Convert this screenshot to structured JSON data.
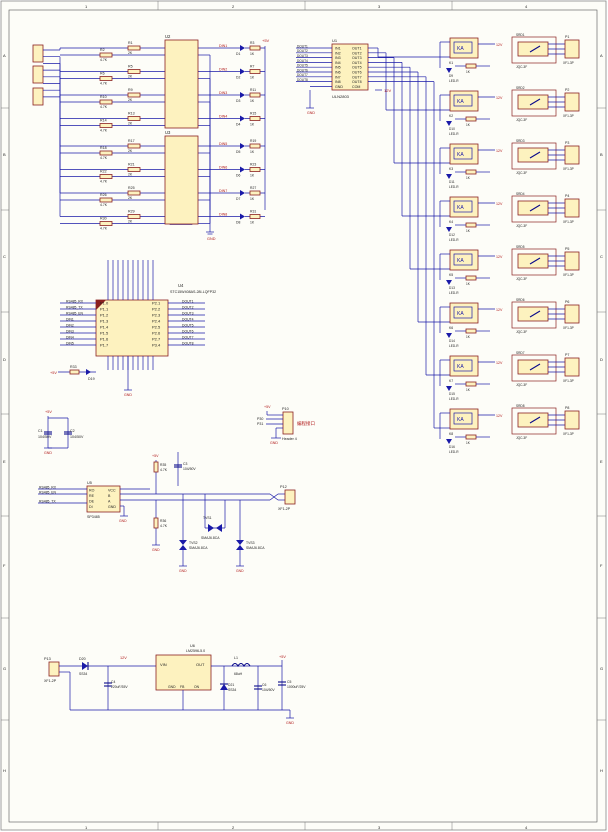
{
  "sheet": {
    "col_labels": [
      "1",
      "2",
      "3",
      "4"
    ],
    "row_labels": [
      "A",
      "B",
      "C",
      "D",
      "E",
      "F",
      "G",
      "H"
    ]
  },
  "opto": {
    "input_res": [
      "R1",
      "R5",
      "R9",
      "R13",
      "R17",
      "R21",
      "R25",
      "R29"
    ],
    "input_res_val": "2K",
    "pd_res": [
      "R2",
      "R6",
      "R10",
      "R14",
      "R18",
      "R22",
      "R26",
      "R30"
    ],
    "pd_res_val": "4.7K",
    "ic_names": [
      "U2",
      "U3"
    ],
    "led_names": [
      "D1",
      "D2",
      "D3",
      "D4",
      "D5",
      "D6",
      "D7",
      "D8"
    ],
    "led_res": [
      "R3",
      "R7",
      "R11",
      "R15",
      "R19",
      "R23",
      "R27",
      "R31"
    ],
    "led_res_val": "1K",
    "port_names": [
      "DIN1",
      "DIN2",
      "DIN3",
      "DIN4",
      "DIN5",
      "DIN6",
      "DIN7",
      "DIN8"
    ],
    "vcc": "+5V",
    "gnd": "GND"
  },
  "driver": {
    "name": "U1",
    "part": "ULN2803",
    "in_pins": [
      "IN1",
      "IN2",
      "IN3",
      "IN4",
      "IN5",
      "IN6",
      "IN7",
      "IN8",
      "GND"
    ],
    "out_pins": [
      "OUT1",
      "OUT2",
      "OUT3",
      "OUT4",
      "OUT5",
      "OUT6",
      "OUT7",
      "OUT8",
      "COM"
    ],
    "nets_in": [
      "DOUT1",
      "DOUT2",
      "DOUT3",
      "DOUT4",
      "DOUT5",
      "DOUT6",
      "DOUT7",
      "DOUT8"
    ],
    "v12": "12V",
    "gnd": "GND"
  },
  "relays": {
    "coil_label": "KA",
    "names": [
      "K1",
      "K2",
      "K3",
      "K4",
      "K5",
      "K6",
      "K7",
      "K8"
    ],
    "leds": [
      "D9",
      "D10",
      "D11",
      "D12",
      "D13",
      "D14",
      "D15",
      "D16"
    ],
    "led_label": "LED-R",
    "res_label": "1K",
    "rated": "12V",
    "contact_names": [
      "SRD1",
      "SRD2",
      "SRD3",
      "SRD4",
      "SRD5",
      "SRD6",
      "SRD7",
      "SRD8"
    ],
    "contact_type": "JQC-3F",
    "connectors": [
      "P1",
      "P2",
      "P3",
      "P4",
      "P5",
      "P6",
      "P7",
      "P8"
    ],
    "connector_type": "XF1-3P"
  },
  "mcu": {
    "name": "U4",
    "part": "STC15W408AS-28I-LQFP32",
    "left_pins": [
      "P1.0",
      "P1.1",
      "P1.2",
      "P1.3",
      "P1.4",
      "P1.5",
      "P1.6",
      "P1.7"
    ],
    "right_pins": [
      "P2.1",
      "P2.2",
      "P2.3",
      "P2.4",
      "P2.5",
      "P2.6",
      "P2.7",
      "P3.4"
    ],
    "left_nets": [
      "RS485_RX",
      "RS485_TX",
      "RS485_EN",
      "DIN1",
      "DIN2",
      "DIN3",
      "DIN4",
      "DIN5"
    ],
    "right_nets": [
      "DOUT1",
      "DOUT2",
      "DOUT3",
      "DOUT4",
      "DOUT5",
      "DOUT6",
      "DOUT7",
      "DOUT8"
    ],
    "led": "D19",
    "led_res": "R33",
    "vcc": "+5V",
    "gnd": "GND"
  },
  "decoupling": {
    "names": [
      "C1",
      "C2"
    ],
    "values": [
      "104/50V",
      "104/50V"
    ],
    "vcc": "+5V",
    "gnd": "GND"
  },
  "program_port": {
    "name": "P10",
    "part": "Header 4",
    "label": "编程接口",
    "nets": [
      "P30",
      "P31"
    ],
    "vcc": "+5V",
    "gnd": "GND"
  },
  "rs485": {
    "name": "U5",
    "part": "SP3485",
    "pins_left": [
      "RO",
      "RE",
      "DE",
      "DI"
    ],
    "pins_right": [
      "VCC",
      "B",
      "A",
      "GND"
    ],
    "nets": [
      "RS485_RX",
      "RS485_EN",
      "RS485_TX"
    ],
    "bias_res": [
      "R35",
      "R36"
    ],
    "bias_val": "4.7K",
    "cap": "C3",
    "cap_val": "104/50V",
    "tvs": [
      "TVS1",
      "TVS2",
      "TVS3"
    ],
    "tvs_part": "SMAJ6.8CA",
    "connector": "P12",
    "connector_type": "XF1-2P",
    "vcc": "+5V",
    "gnd": "GND"
  },
  "power": {
    "input_conn": "P13",
    "input_type": "XF1-2P",
    "diode": "D20",
    "diode_part": "SS34",
    "vin_net": "12V",
    "cin": "C4",
    "cin_val": "220uF/35V",
    "reg": "U6",
    "reg_part": "LM2596-5.0",
    "reg_pins": [
      "VIN",
      "OUT",
      "GND",
      "FB",
      "ON"
    ],
    "inductor": "L1",
    "inductor_val": "68uH",
    "schottky": "D21",
    "schottky_part": "SS34",
    "cout": "C5",
    "cout_val": "1000uF/25V",
    "c_extra": "C6",
    "c_extra_val": "104/50V",
    "vout": "+5V",
    "gnd": "GND"
  }
}
